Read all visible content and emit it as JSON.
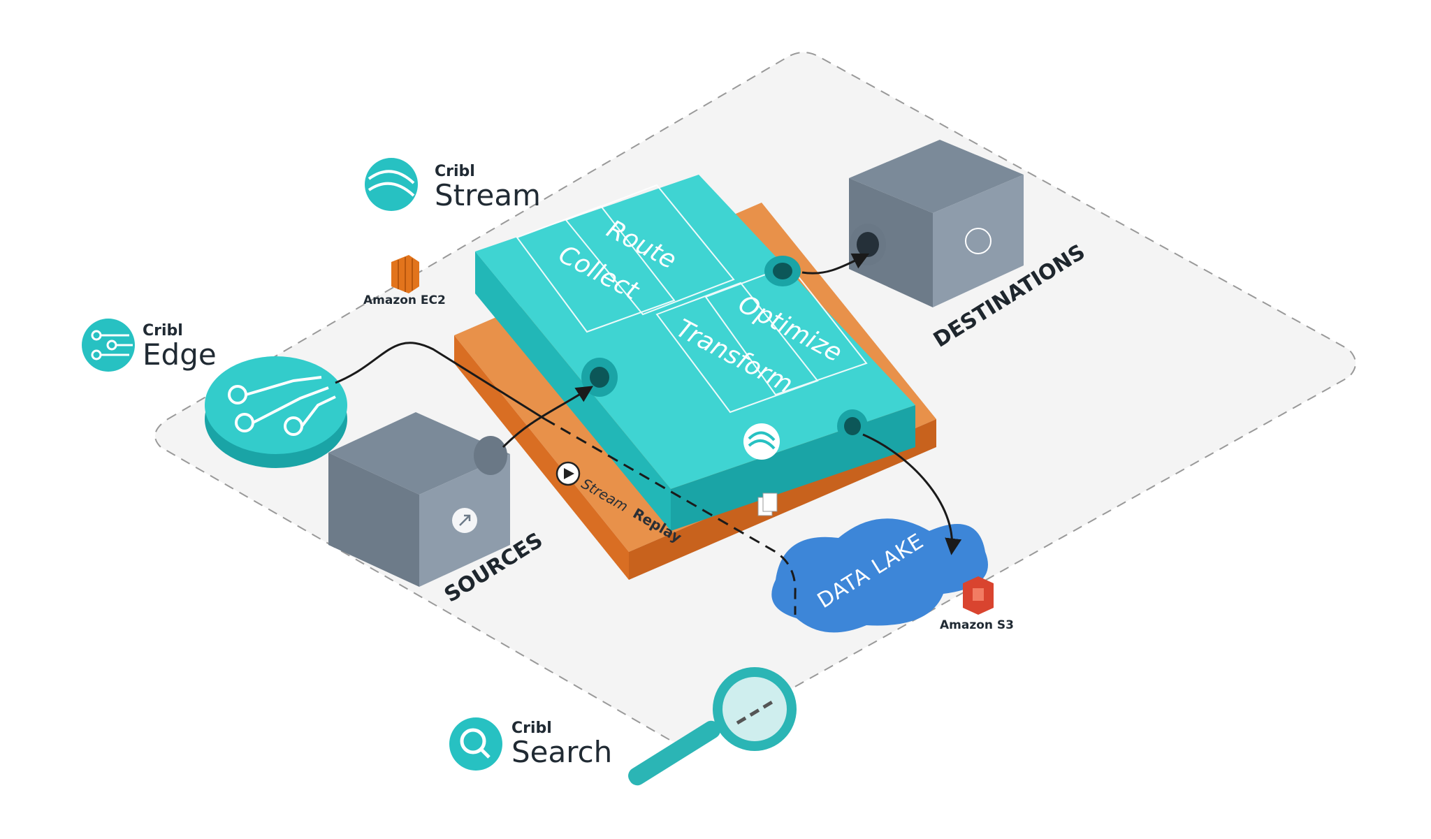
{
  "brands": {
    "stream": {
      "small": "Cribl",
      "big": "Stream"
    },
    "edge": {
      "small": "Cribl",
      "big": "Edge"
    },
    "search": {
      "small": "Cribl",
      "big": "Search"
    }
  },
  "aws": {
    "ec2": "Amazon EC2",
    "s3": "Amazon S3"
  },
  "nodes": {
    "sources": "SOURCES",
    "destinations": "DESTINATIONS",
    "data_lake": "DATA LAKE"
  },
  "processing": {
    "route": "Route",
    "collect": "Collect",
    "optimize": "Optimize",
    "transform": "Transform"
  },
  "replay": {
    "stream": "Stream",
    "replay": "Replay"
  },
  "colors": {
    "teal": "#27c1c2",
    "orange": "#e27a2f",
    "gray": "#8a97a6",
    "lake": "#3d86d8",
    "aws_orange": "#e2741c",
    "aws_red": "#d9442f"
  },
  "icons": [
    "stream-logo-icon",
    "edge-logo-icon",
    "search-logo-icon",
    "ec2-icon",
    "s3-icon",
    "magnifier-icon",
    "play-icon",
    "arrow-icon"
  ]
}
